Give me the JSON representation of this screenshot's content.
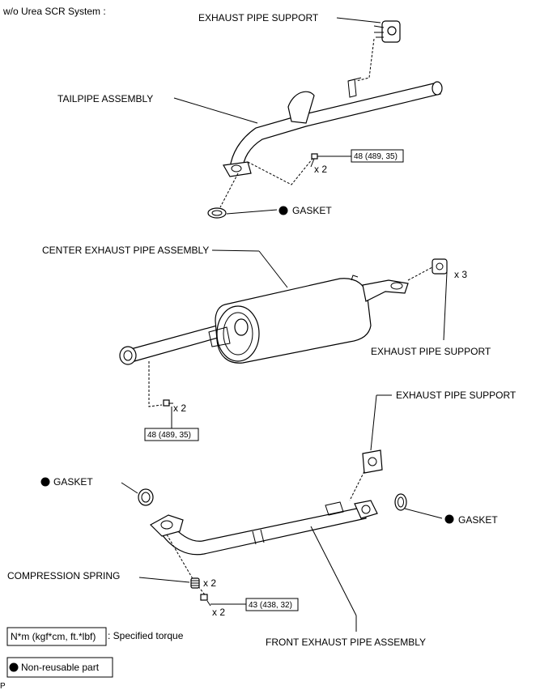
{
  "header": {
    "title": "w/o Urea SCR System :"
  },
  "labels": {
    "exhaust_pipe_support_top": "EXHAUST PIPE SUPPORT",
    "tailpipe_assembly": "TAILPIPE ASSEMBLY",
    "gasket_top": "GASKET",
    "center_exhaust_pipe_assembly": "CENTER EXHAUST PIPE ASSEMBLY",
    "exhaust_pipe_support_mid": "EXHAUST PIPE SUPPORT",
    "exhaust_pipe_support_front": "EXHAUST PIPE SUPPORT",
    "gasket_left": "GASKET",
    "gasket_right": "GASKET",
    "compression_spring": "COMPRESSION SPRING",
    "front_exhaust_pipe_assembly": "FRONT EXHAUST PIPE ASSEMBLY"
  },
  "torques": {
    "tailpipe_bolt": "48 (489, 35)",
    "center_bolt": "48 (489, 35)",
    "front_bolt": "43 (438, 32)"
  },
  "quantities": {
    "tailpipe_bolt": "x 2",
    "center_support": "x 3",
    "center_bolt": "x 2",
    "spring": "x 2",
    "front_bolt": "x 2"
  },
  "legend": {
    "torque_unit": "N*m (kgf*cm, ft.*lbf)",
    "torque_desc": ": Specified torque",
    "non_reusable": "Non-reusable part"
  },
  "footer": {
    "code": "P"
  }
}
